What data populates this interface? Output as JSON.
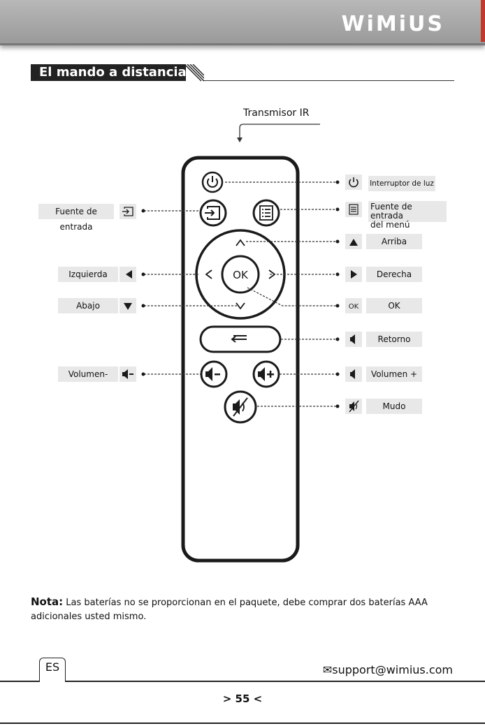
{
  "header": {
    "logo": "WiMiUS"
  },
  "section_title": "El mando a distancia",
  "ir_label": "Transmisor IR",
  "labels_right": {
    "power": "Interruptor de luz",
    "menu_line1": "Fuente de entrada",
    "menu_line2": "del menú",
    "up": "Arriba",
    "right": "Derecha",
    "ok": "OK",
    "back": "Retorno",
    "volume_up": "Volumen +",
    "mute": "Mudo"
  },
  "labels_left": {
    "input": "Fuente de entrada",
    "left": "Izquierda",
    "down": "Abajo",
    "volume_down": "Volumen-"
  },
  "remote": {
    "ok_text": "OK",
    "ok_icon_text": "OK"
  },
  "note": {
    "prefix": "Nota:",
    "text": " Las baterías no se proporcionan en el paquete, debe comprar dos baterías AAA adicionales usted mismo."
  },
  "footer": {
    "lang": "ES",
    "email": "support@wimius.com",
    "page": "> 55 <"
  }
}
